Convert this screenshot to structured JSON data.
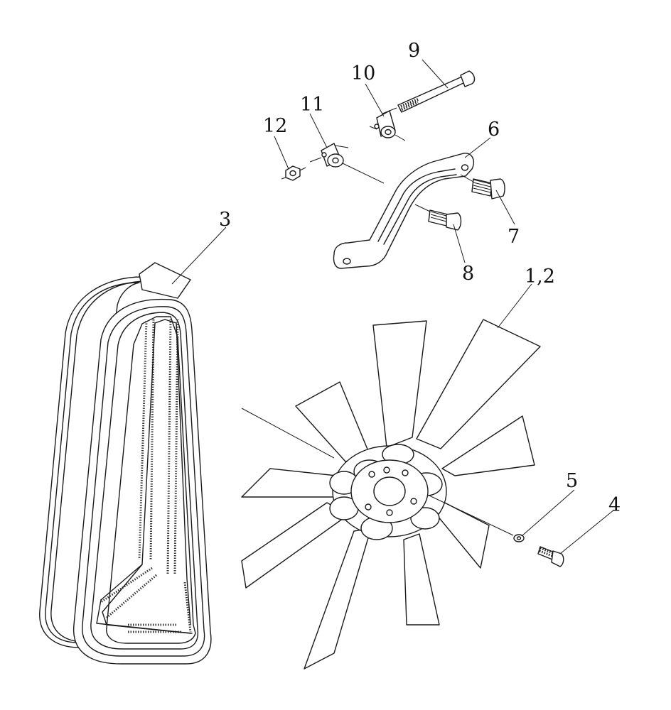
{
  "diagram": {
    "callouts": [
      {
        "id": "fan",
        "label": "1,2"
      },
      {
        "id": "belt",
        "label": "3"
      },
      {
        "id": "bolt-4",
        "label": "4"
      },
      {
        "id": "washer-5",
        "label": "5"
      },
      {
        "id": "bracket-6",
        "label": "6"
      },
      {
        "id": "bolt-7",
        "label": "7"
      },
      {
        "id": "bolt-8",
        "label": "8"
      },
      {
        "id": "long-bolt-9",
        "label": "9"
      },
      {
        "id": "spacer-10",
        "label": "10"
      },
      {
        "id": "spacer-11",
        "label": "11"
      },
      {
        "id": "nut-12",
        "label": "12"
      }
    ]
  }
}
